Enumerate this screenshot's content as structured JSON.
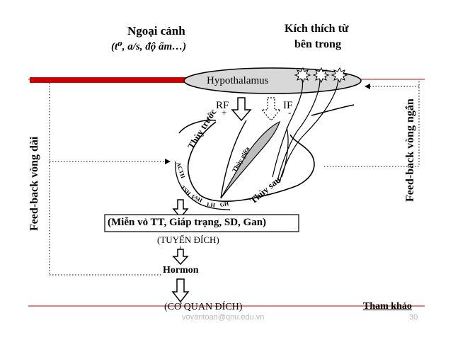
{
  "external_env": {
    "title": "Ngoại cảnh",
    "detail": "(t⁰, a/s, độ ẩm…)"
  },
  "internal_stimulus": {
    "line1": "Kích thích từ",
    "line2": "bên trong"
  },
  "hypothalamus_label": "Hypothalamus",
  "rf_label": "RF",
  "rf_sign": "+",
  "if_label": "IF",
  "if_sign": "-",
  "lobes": {
    "anterior": "Thùy trước",
    "middle": "Thùy giữa",
    "posterior": "Thùy sau"
  },
  "hormones": {
    "acth": "ACTH",
    "tsh": "TSH",
    "fsh": "FSH",
    "lh": "LH",
    "gh": "GH"
  },
  "target_glands": "(Miễn vỏ TT, Giáp trạng, SD, Gan)",
  "target_glands_caption": "(TUYẾN ĐÍCH)",
  "hormone_label": "Hormon",
  "target_organ_label": "(CƠ QUAN ĐÍCH)",
  "reference_label": "Tham khảo",
  "feedback_long": "Feed-back vòng dài",
  "feedback_short": "Feed-back vòng ngắn",
  "footer_email": "vovantoan@qnu.edu.vn",
  "slide_number": "30",
  "colors": {
    "red_bar": "#cc0000",
    "hypothalamus_fill": "#d8d8d8",
    "footer_text": "#b8b8b8"
  }
}
